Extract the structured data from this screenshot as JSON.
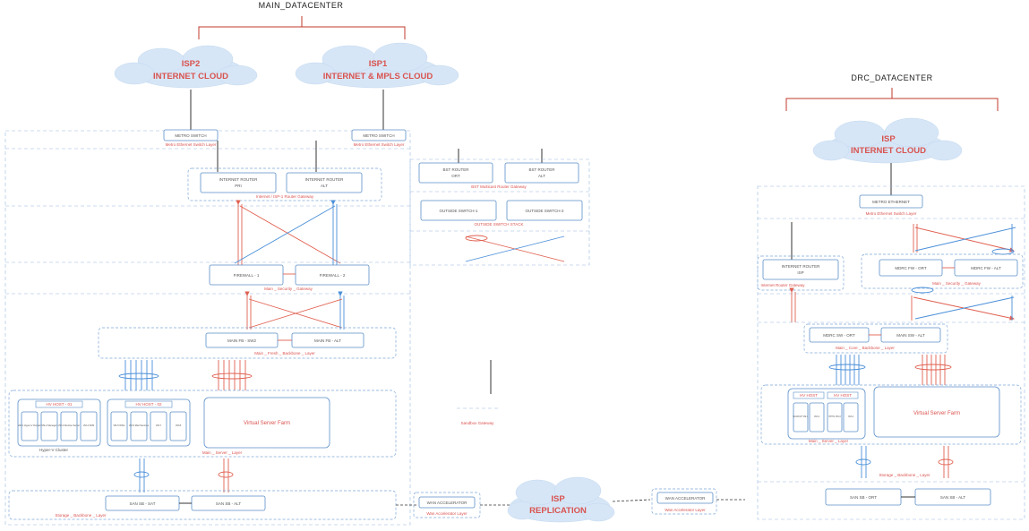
{
  "titles": {
    "main": "MAIN_DATACENTER",
    "drc": "DRC_DATACENTER"
  },
  "clouds": {
    "isp2": [
      "ISP2",
      "INTERNET CLOUD"
    ],
    "isp1": [
      "ISP1",
      "INTERNET & MPLS CLOUD"
    ],
    "drc_isp": [
      "ISP",
      "INTERNET CLOUD"
    ],
    "replication": [
      "ISP",
      "REPLICATION"
    ]
  },
  "main": {
    "switch_left": "METRO SWITCH",
    "switch_right": "METRO SWITCH",
    "metro_layer": "Metro Ethernet Switch Layer",
    "router_1": [
      "INTERNET ROUTER",
      "PRI"
    ],
    "router_2": [
      "INTERNET ROUTER",
      "ALT"
    ],
    "router_layer": "Internet / ISP-1 Router Gateway",
    "fw_1": "FIREWALL - 1",
    "fw_2": "FIREWALL - 2",
    "security_layer": "Main _ Security _ Gateway",
    "core_1": "MAIN FB - SW2",
    "core_2": "MAIN FB - ALT",
    "core_layer": "Main _ Fresh _ Backbone _ Layer",
    "host_group_1": "HV HOST - 01",
    "host_group_2": "HV HOST - 02",
    "host_cluster_label": "Hyper-V Cluster",
    "vms_1": [
      "VM-1 Hyper-V Domain",
      "VM-2 Manager",
      "VM-3 Routine Server",
      "VM-4 SMS"
    ],
    "vms_2": [
      "VM-5 WSG",
      "VM-6 Mail Services",
      "VM-7",
      "VM-8"
    ],
    "virtual_farm": "Virtual Server Farm",
    "server_layer": "Main _ Server _ Layer",
    "san_1": "SAN SB - SAT",
    "san_2": "SAN SB - ALT",
    "storage_layer": "Storage _ Backbone _ Layer"
  },
  "middle": {
    "bst_1": [
      "BST ROUTER",
      "ORT"
    ],
    "bst_2": [
      "BST ROUTER",
      "ALT"
    ],
    "bst_layer": "BST Multicast Router Gateway",
    "out_1": "OUTSIDE SWITCH-1",
    "out_2": "OUTSIDE SWITCH-2",
    "out_layer": "OUTSIDE SWITCH STACK",
    "sandbox_layer": "Sandbox Gateway",
    "wan_left": "WAN ACCELERATOR",
    "wan_right": "WAN ACCELERATOR",
    "wan_layer_left": "Wan Accelerator Layer",
    "wan_layer_right": "Wan Accelerator Layer"
  },
  "drc": {
    "switch": "METRO ETHERNET",
    "metro_layer": "Metro Ethernet Switch Layer",
    "router": [
      "INTERNET ROUTER",
      "ISP"
    ],
    "router_layer": "Internet Router Gateway",
    "fw_1": "MDRC FW - ORT",
    "fw_2": "MDRC FW - ALT",
    "security_layer": "Main _ Security _ Gateway",
    "core_1": "MDRC SW - ORT",
    "core_2": "MAIN SW - ALT",
    "core_layer": "Main _ Core _ Backbone _ Layer",
    "host_group_1": "HV HOST",
    "host_group_2": "HV HOST",
    "vms": [
      "BACKUP VM-1",
      "VM-2",
      "HPH1 VM-3",
      "VM-4"
    ],
    "virtual_farm": "Virtual Server Farm",
    "server_layer": "Main _ Server _ Layer",
    "storage_layer": "Storage _ Backbone _ Layer",
    "san_1": "SAN SB - ORT",
    "san_2": "SAN SB - ALT"
  },
  "colors": {
    "accent_red": "#d9534f",
    "link_blue": "#4a8fd9",
    "box_border": "#5b8fc9",
    "cloud_fill": "#d6e6f7"
  }
}
